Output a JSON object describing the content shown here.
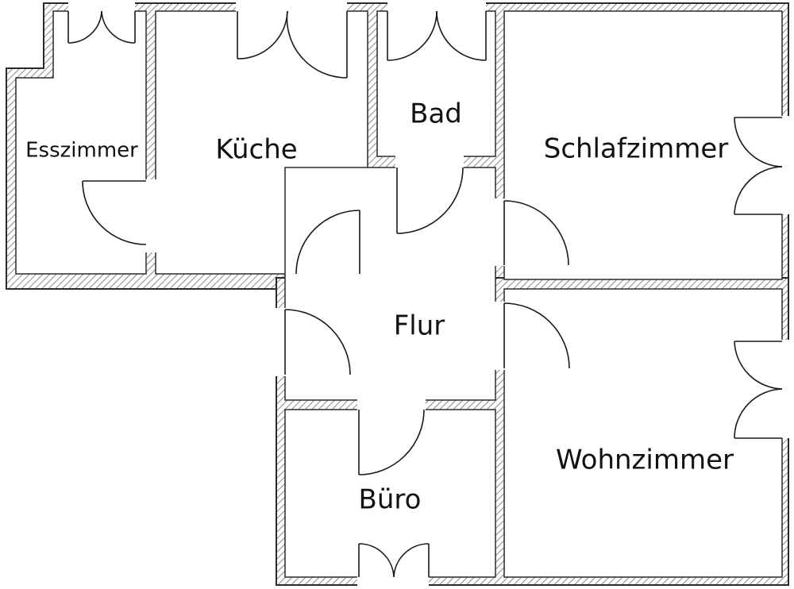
{
  "colors": {
    "wall_outline": "#2a2a2a",
    "wall_hatch": "#6a6a6a",
    "room_fill": "#ffffff",
    "door_line": "#1a1a1a",
    "label": "#111111"
  },
  "rooms": {
    "esszimmer": "Esszimmer",
    "kueche": "Küche",
    "bad": "Bad",
    "schlafzimmer": "Schlafzimmer",
    "flur": "Flur",
    "wohnzimmer": "Wohnzimmer",
    "buero": "Büro"
  }
}
